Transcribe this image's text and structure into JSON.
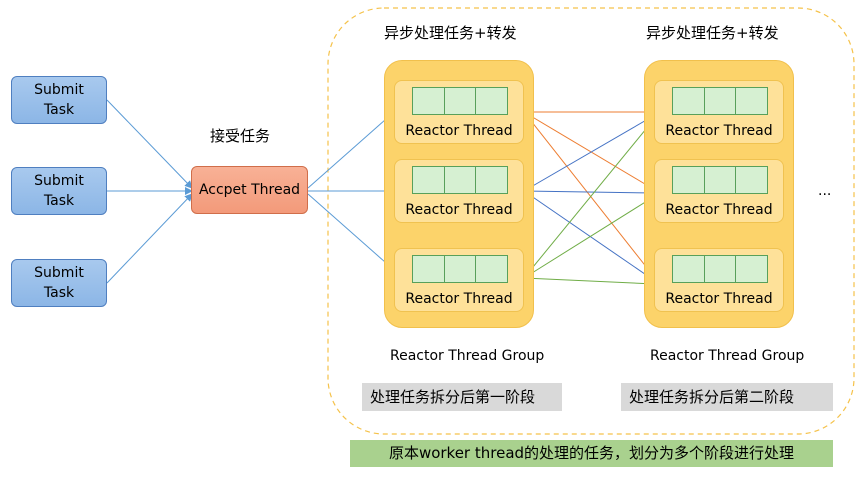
{
  "submit_tasks": [
    {
      "line1": "Submit",
      "line2": "Task"
    },
    {
      "line1": "Submit",
      "line2": "Task"
    },
    {
      "line1": "Submit",
      "line2": "Task"
    }
  ],
  "accept": {
    "caption": "接受任务",
    "label": "Accpet Thread"
  },
  "groups": [
    {
      "header": "异步处理任务+转发",
      "reactors": [
        "Reactor Thread",
        "Reactor Thread",
        "Reactor Thread"
      ],
      "name": "Reactor Thread Group",
      "phase": "处理任务拆分后第一阶段"
    },
    {
      "header": "异步处理任务+转发",
      "reactors": [
        "Reactor Thread",
        "Reactor Thread",
        "Reactor Thread"
      ],
      "name": "Reactor Thread Group",
      "phase": "处理任务拆分后第二阶段"
    }
  ],
  "ellipsis": "...",
  "note": "原本worker thread的处理的任务，划分为多个阶段进行处理",
  "colors": {
    "blue_arrow": "#5b9bd5",
    "orange_arrow": "#ed7d31",
    "blue_dark_arrow": "#4472c4",
    "green_arrow": "#70ad47",
    "dashed_border": "#f5c24a"
  }
}
